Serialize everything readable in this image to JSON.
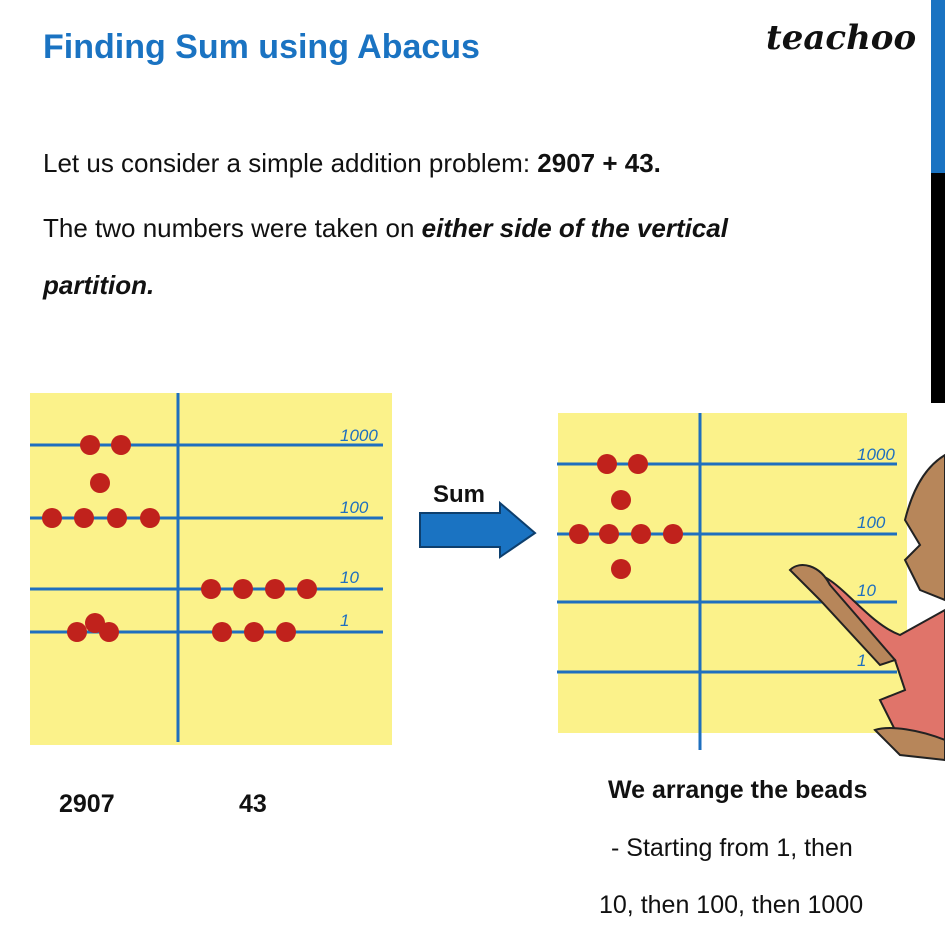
{
  "title": "Finding Sum using Abacus",
  "logo": "teachoo",
  "line1": {
    "text": "Let us consider a simple addition problem: ",
    "bold": "2907 + 43."
  },
  "line2": {
    "text": "The two numbers were taken on ",
    "emph": "either side of the vertical",
    "emph2": "partition."
  },
  "abacus_labels": [
    "1000",
    "100",
    "10",
    "1"
  ],
  "arrow_label": "Sum",
  "left_number": "2907",
  "right_number": "43",
  "caption": {
    "title": "We arrange the beads",
    "line1": "- Starting from 1, then",
    "line2": "10, then 100, then 1000"
  },
  "colors": {
    "accent": "#1a73c2",
    "board": "#fbf28a",
    "line": "#1e6fbf",
    "bead": "#c0221c"
  }
}
